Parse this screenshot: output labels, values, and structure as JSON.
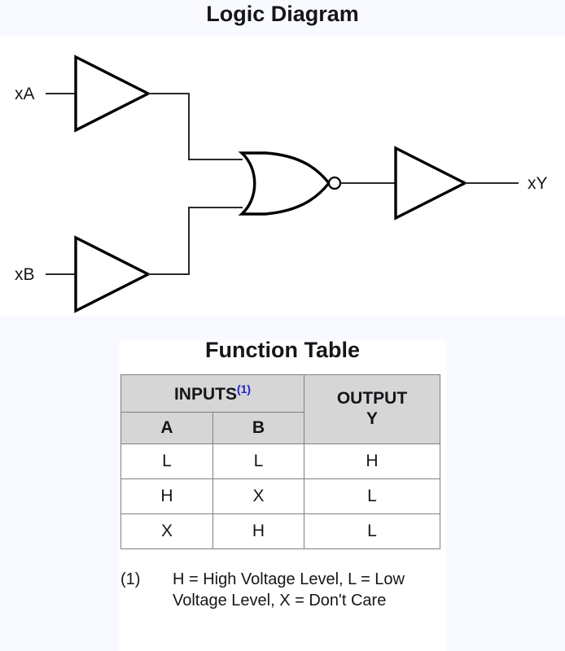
{
  "sections": {
    "logic_diagram_title": "Logic Diagram",
    "function_table_title": "Function Table"
  },
  "diagram": {
    "input_a_label": "xA",
    "input_b_label": "xB",
    "output_label": "xY",
    "gates": [
      {
        "name": "buffer-a",
        "type": "buffer",
        "inverted": false
      },
      {
        "name": "buffer-b",
        "type": "buffer",
        "inverted": false
      },
      {
        "name": "nor-gate",
        "type": "or",
        "inverted": true
      },
      {
        "name": "buffer-out",
        "type": "buffer",
        "inverted": false
      }
    ],
    "colors": {
      "gate_stroke": "#000000",
      "wire_stroke": "#2a2a2a",
      "label_text": "#15161a"
    }
  },
  "table": {
    "group_headers": {
      "inputs": "INPUTS",
      "inputs_footnote_marker": "(1)",
      "output": "OUTPUT",
      "output_signal": "Y"
    },
    "columns": [
      "A",
      "B",
      "Y"
    ],
    "rows": [
      {
        "A": "L",
        "B": "L",
        "Y": "H"
      },
      {
        "A": "H",
        "B": "X",
        "Y": "L"
      },
      {
        "A": "X",
        "B": "H",
        "Y": "L"
      }
    ],
    "colors": {
      "header_fill": "#d6d6d6",
      "border": "#808080",
      "footnote_marker": "#2222cc"
    }
  },
  "footnote": {
    "marker": "(1)",
    "text": "H = High Voltage Level, L = Low Voltage Level, X = Don't Care"
  }
}
